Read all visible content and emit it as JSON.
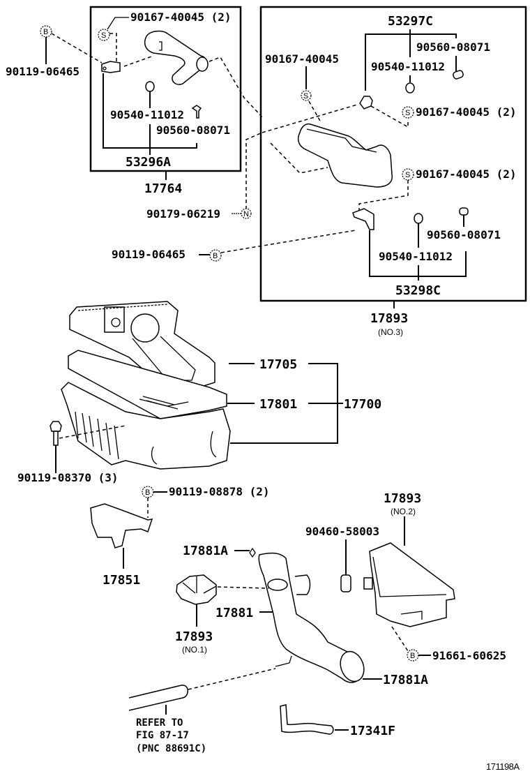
{
  "diagram": {
    "figure_code": "171198A",
    "group_17764": {
      "assembly": "17764",
      "sub_assembly": "53296A",
      "screw": "90167-40045 (2)",
      "grommet": "90540-11012",
      "collar": "90560-08071",
      "bolt": "90119-06465",
      "clip": "90179-06219"
    },
    "group_17893_no3": {
      "assembly": "17893",
      "assembly_note": "(NO.3)",
      "upper_bracket": "53297C",
      "upper_collar": "90560-08071",
      "upper_grommet": "90540-11012",
      "screw_left": "90167-40045",
      "screw_right_1": "90167-40045 (2)",
      "screw_right_2": "90167-40045 (2)",
      "lower_grommet": "90540-11012",
      "lower_collar": "90560-08071",
      "lower_bracket": "53298C",
      "bolt": "90119-06465"
    },
    "air_cleaner": {
      "assembly": "17700",
      "cap": "17705",
      "element": "17801",
      "bolt": "90119-08370 (3)",
      "bracket_bolt": "90119-08878 (2)",
      "bracket": "17851"
    },
    "intake": {
      "clamp_upper": "17881A",
      "hose": "17881",
      "clamp_lower": "17881A",
      "resonator_no1": "17893",
      "resonator_no1_note": "(NO.1)",
      "resonator_no2": "17893",
      "resonator_no2_note": "(NO.2)",
      "grommet": "90460-58003",
      "bolt": "91661-60625",
      "vacuum_hose": "17341F"
    },
    "reference_note": {
      "line1": "REFER TO",
      "line2": "FIG 87-17",
      "line3": "(PNC 88691C)"
    },
    "symbols": {
      "bolt": "B",
      "screw": "S",
      "nut": "N"
    }
  }
}
